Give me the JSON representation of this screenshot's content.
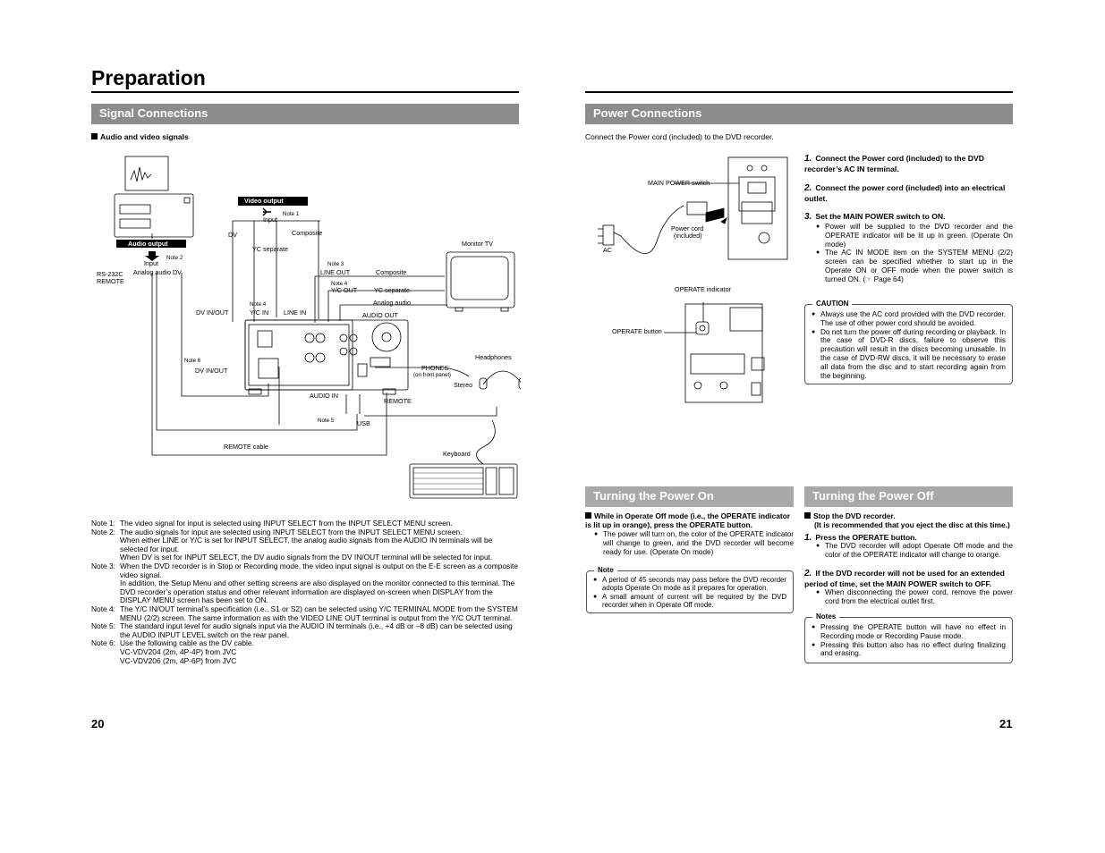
{
  "page_title": "Preparation",
  "left": {
    "section_title": "Signal Connections",
    "subsection": "Audio and video signals",
    "diagram_labels": {
      "video_output": "Video output",
      "input1": "Input",
      "note1": "Note 1",
      "dv": "DV",
      "composite1": "Composite",
      "yc_separate1": "YC separate",
      "audio_output": "Audio output",
      "note2": "Note 2",
      "input2": "Input",
      "analog_audio_dv": "Analog audio  DV",
      "rs232c": "RS-232C",
      "remote1": "REMOTE",
      "monitor_tv": "Monitor TV",
      "note3": "Note 3",
      "line_out": "LINE OUT",
      "composite2": "Composite",
      "note4a": "Note 4",
      "yc_out": "Y/C OUT",
      "yc_separate2": "YC separate",
      "analog_audio": "Analog audio",
      "note4b": "Note 4",
      "dv_in_out1": "DV IN/OUT",
      "yc_in": "Y/C IN",
      "line_in": "LINE IN",
      "audio_out": "AUDIO OUT",
      "note6": "Note 6",
      "dv_in_out2": "DV IN/OUT",
      "headphones": "Headphones",
      "phones": "PHONES",
      "on_front_panel": "(on front panel)",
      "stereo": "Stereo",
      "audio_in": "AUDIO IN",
      "remote2": "REMOTE",
      "note5": "Note 5",
      "usb": "USB",
      "remote_cable": "REMOTE cable",
      "keyboard": "Keyboard"
    },
    "notes": [
      {
        "key": "Note 1:",
        "lines": [
          "The video signal for input is selected using INPUT SELECT from the INPUT SELECT MENU screen."
        ]
      },
      {
        "key": "Note 2:",
        "lines": [
          "The audio signals for input are selected using INPUT SELECT from the INPUT SELECT MENU screen.",
          "When either LINE or Y/C is set for INPUT SELECT, the analog audio signals from the AUDIO IN terminals will be selected for input.",
          "When DV is set for INPUT SELECT, the DV audio signals from the DV IN/OUT terminal will be selected for input."
        ]
      },
      {
        "key": "Note 3:",
        "lines": [
          "When the DVD recorder is in Stop or Recording mode, the video input signal is output on the E-E screen as a composite video signal.",
          "In addition, the Setup Menu and other setting screens are also displayed on the monitor connected to this terminal. The DVD recorder’s operation status and other relevant information are displayed on-screen when DISPLAY from the DISPLAY MENU screen has been set to ON."
        ]
      },
      {
        "key": "Note 4:",
        "lines": [
          "The Y/C IN/OUT terminal’s specification (i.e., S1 or S2) can be selected using Y/C TERMINAL MODE from the SYSTEM MENU (2/2) screen. The same information as with the VIDEO LINE OUT terminal is output from the Y/C OUT terminal."
        ]
      },
      {
        "key": "Note 5:",
        "lines": [
          "The standard input level for audio signals input via the AUDIO IN terminals (i.e., +4 dB or –8 dB) can be selected using the AUDIO INPUT LEVEL switch on the rear panel."
        ]
      },
      {
        "key": "Note 6:",
        "lines": [
          "Use the following cable as the DV cable.",
          "VC-VDV204 (2m, 4P-4P) from JVC",
          "VC-VDV206 (2m, 4P-6P) from JVC"
        ]
      }
    ],
    "page_number": "20"
  },
  "right": {
    "section_title": "Power Connections",
    "intro": "Connect the Power cord (included) to the DVD recorder.",
    "diagram_labels": {
      "main_power_switch": "MAIN POWER switch",
      "power_cord": "Power cord",
      "included": "(included)",
      "ac": "AC",
      "operate_indicator": "OPERATE indicator",
      "operate_button": "OPERATE button"
    },
    "steps": [
      {
        "num": "1.",
        "text": "Connect the Power cord (included) to the DVD recorder’s AC IN terminal."
      },
      {
        "num": "2.",
        "text": "Connect the power cord (included) into an electrical outlet."
      },
      {
        "num": "3.",
        "text": "Set the MAIN POWER switch to ON."
      }
    ],
    "step3_bullets": [
      "Power will be supplied to the DVD recorder and the OPERATE indicator will be lit up in green. (Operate On mode)",
      "The AC IN MODE item on the SYSTEM MENU (2/2) screen can be specified whether to start up in the Operate ON or OFF mode when the power switch is turned ON.  (☞ Page 64)"
    ],
    "caution_title": "CAUTION",
    "caution_bullets": [
      "Always use the AC cord provided with the DVD recorder. The use of other power cord should be avoided.",
      "Do not turn the power off during recording or playback. In the case of DVD-R discs, failure to observe this precaution will result in the discs becoming unusable. In the case of DVD-RW discs, it will be necessary to erase all data from the disc and to start recording again from the beginning."
    ],
    "power_on": {
      "title": "Turning the Power On",
      "lead": "While in Operate Off mode (i.e., the OPERATE indicator is lit up in orange), press the OPERATE button.",
      "bullets": [
        "The power will turn on, the color of the OPERATE indicator will change to green, and the DVD recorder will become ready for use. (Operate On mode)"
      ],
      "note_title": "Note",
      "note_bullets": [
        "A period of 45 seconds may pass before the DVD recorder adopts Operate On mode as it prepares for operation.",
        "A small amount of current will be required by the DVD recorder when in Operate Off mode."
      ]
    },
    "power_off": {
      "title": "Turning the Power Off",
      "lead1": "Stop the DVD recorder.",
      "lead2": "(It is recommended that you eject the disc at this time.)",
      "step1_num": "1.",
      "step1": "Press the OPERATE button.",
      "step1_bullets": [
        "The DVD recorder will adopt Operate Off mode and the color of the OPERATE indicator will change to orange."
      ],
      "step2_num": "2.",
      "step2": "If the DVD recorder will not be used for an extended period of time, set the MAIN POWER switch to OFF.",
      "step2_bullets": [
        "When disconnecting the power cord, remove the power cord from the electrical outlet first."
      ],
      "notes_title": "Notes",
      "notes_bullets": [
        "Pressing the OPERATE button will have no effect in Recording mode or Recording Pause mode.",
        "Pressing this button also has no effect during finalizing and erasing."
      ]
    },
    "page_number": "21"
  }
}
